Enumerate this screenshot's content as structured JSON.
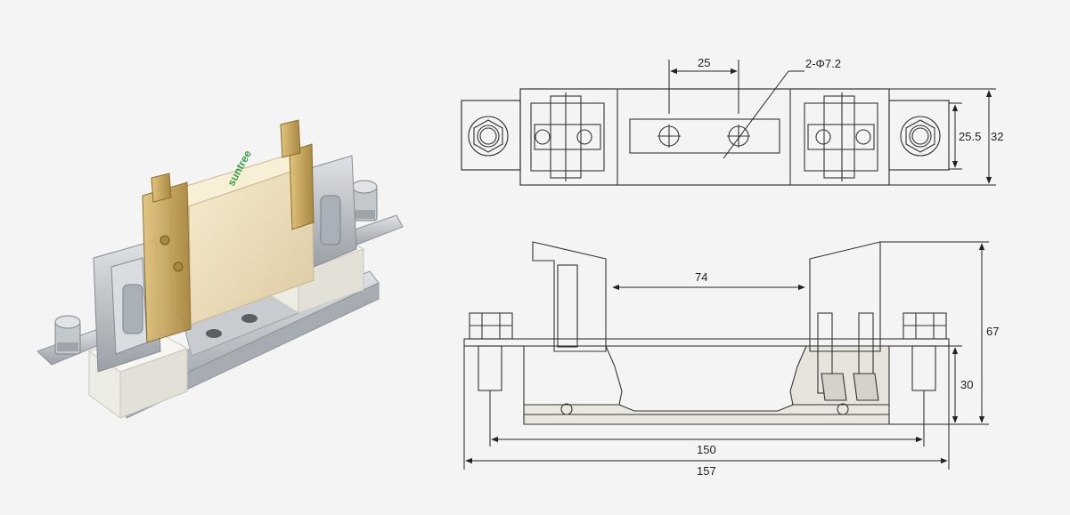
{
  "photo": {
    "brand_logo": "suntree"
  },
  "top_view": {
    "dim_hole_spacing": "25",
    "dim_hole_callout": "2-Φ7.2",
    "dim_inner_width": "25.5",
    "dim_outer_width": "32"
  },
  "side_view": {
    "dim_contact_gap": "74",
    "dim_height_total": "67",
    "dim_height_base": "30",
    "dim_mount_spacing": "150",
    "dim_overall_length": "157"
  },
  "colors": {
    "background": "#f4f4f4",
    "line": "#333333",
    "fuse_body": "#efe2bd",
    "brass": "#c9a85a",
    "ceramic": "#ecebe4",
    "steel": "#b9bec4",
    "logo": "#3aa04a"
  }
}
